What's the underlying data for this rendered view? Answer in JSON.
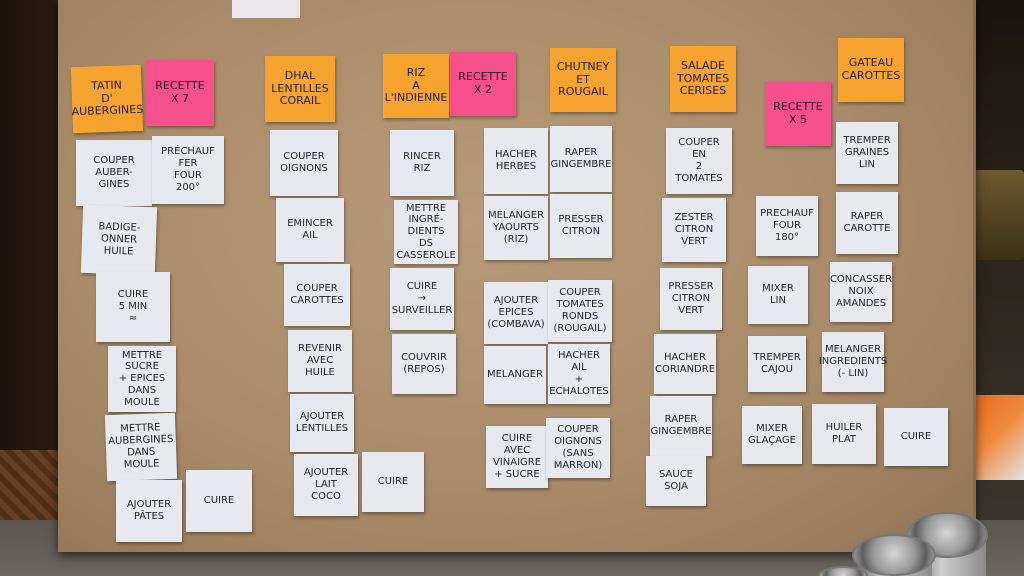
{
  "notes": {
    "tatin": "TATIN\nD'\nAUBERGINES",
    "recette7": "RECETTE\nx 7",
    "dhal": "DHAL\nLENTILLES\nCORAIL",
    "riz_indienne": "RIZ\nA\nL'INDIENNE",
    "recette2": "RECETTE\nx 2",
    "chutney": "CHUTNEY\nET\nROUGAIL",
    "salade": "SALADE\nTOMATES\nCERISES",
    "recette5": "RECETTE\nx 5",
    "gateau": "GATEAU\nCAROTTES",
    "c1_1": "COUPER\nAUBER-\nGINES",
    "c1_2": "BADIGE-\nONNER\nHUILE",
    "c1_3": "CUIRE\n5 MIN\n≈",
    "c1_4": "METTRE\nSUCRE\n+ EPICES\nDANS MOULE",
    "c1_5": "METTRE\nAUBERGINES\nDANS\nMOULE",
    "c1_6": "AJOUTER\nPÂTES",
    "c2_1": "PRÉCHAUF\nFER\nFOUR\n200°",
    "c2_2": "CUIRE",
    "c3_1": "COUPER\nOIGNONS",
    "c3_2": "EMINCER\nAIL",
    "c3_3": "COUPER\nCAROTTES",
    "c3_4": "REVENIR\nAVEC\nHUILE",
    "c3_5": "AJOUTER\nLENTILLES",
    "c3_6": "AJOUTER\nLAIT\nCOCO",
    "c3_7": "CUIRE",
    "c4_1": "RINCER\nRIZ",
    "c4_2": "METTRE\nINGRÉ-\nDIENTS\nDS CASSEROLE",
    "c4_3": "CUIRE\n→ SURVEILLER",
    "c4_4": "COUVRIR\n(REPOS)",
    "c5_1": "HACHER\nHERBES",
    "c5_2": "MELANGER\nYAOURTS\n(RIZ)",
    "c5_3": "AJOUTER\nEPICES\n(COMBAVA)",
    "c5_4": "MELANGER",
    "c5_5": "CUIRE\nAVEC\nVINAIGRE\n+ SUCRE",
    "c6_1": "RAPER\nGINGEMBRE",
    "c6_2": "PRESSER\nCITRON",
    "c6_3": "COUPER\nTOMATES\nRONDS\n(ROUGAIL)",
    "c6_4": "HACHER\nAIL\n+ ECHALOTES",
    "c6_5": "COUPER\nOIGNONS\n(SANS MARRON)",
    "c7_1": "COUPER\nEN\n2\nTOMATES",
    "c7_2": "ZESTER\nCITRON\nVERT",
    "c7_3": "PRESSER\nCITRON\nVERT",
    "c7_4": "HACHER\nCORIANDRE",
    "c7_5": "RAPER\nGINGEMBRE",
    "c7_6": "SAUCE\nSOJA",
    "c8_1": "PRECHAUF\nFOUR\n180°",
    "c8_2": "MIXER\nLIN",
    "c8_3": "TREMPER\nCAJOU",
    "c8_4": "MIXER\nGLAÇAGE",
    "c9_1": "TREMPER\nGRAINES\nLIN",
    "c9_2": "RAPER\nCAROTTE",
    "c9_3": "CONCASSER\nNOIX\nAMANDES",
    "c9_4": "MELANGER\nINGREDIENTS\n(- LIN)",
    "c9_5": "HUILER\nPLAT",
    "c9_6": "CUIRE"
  }
}
